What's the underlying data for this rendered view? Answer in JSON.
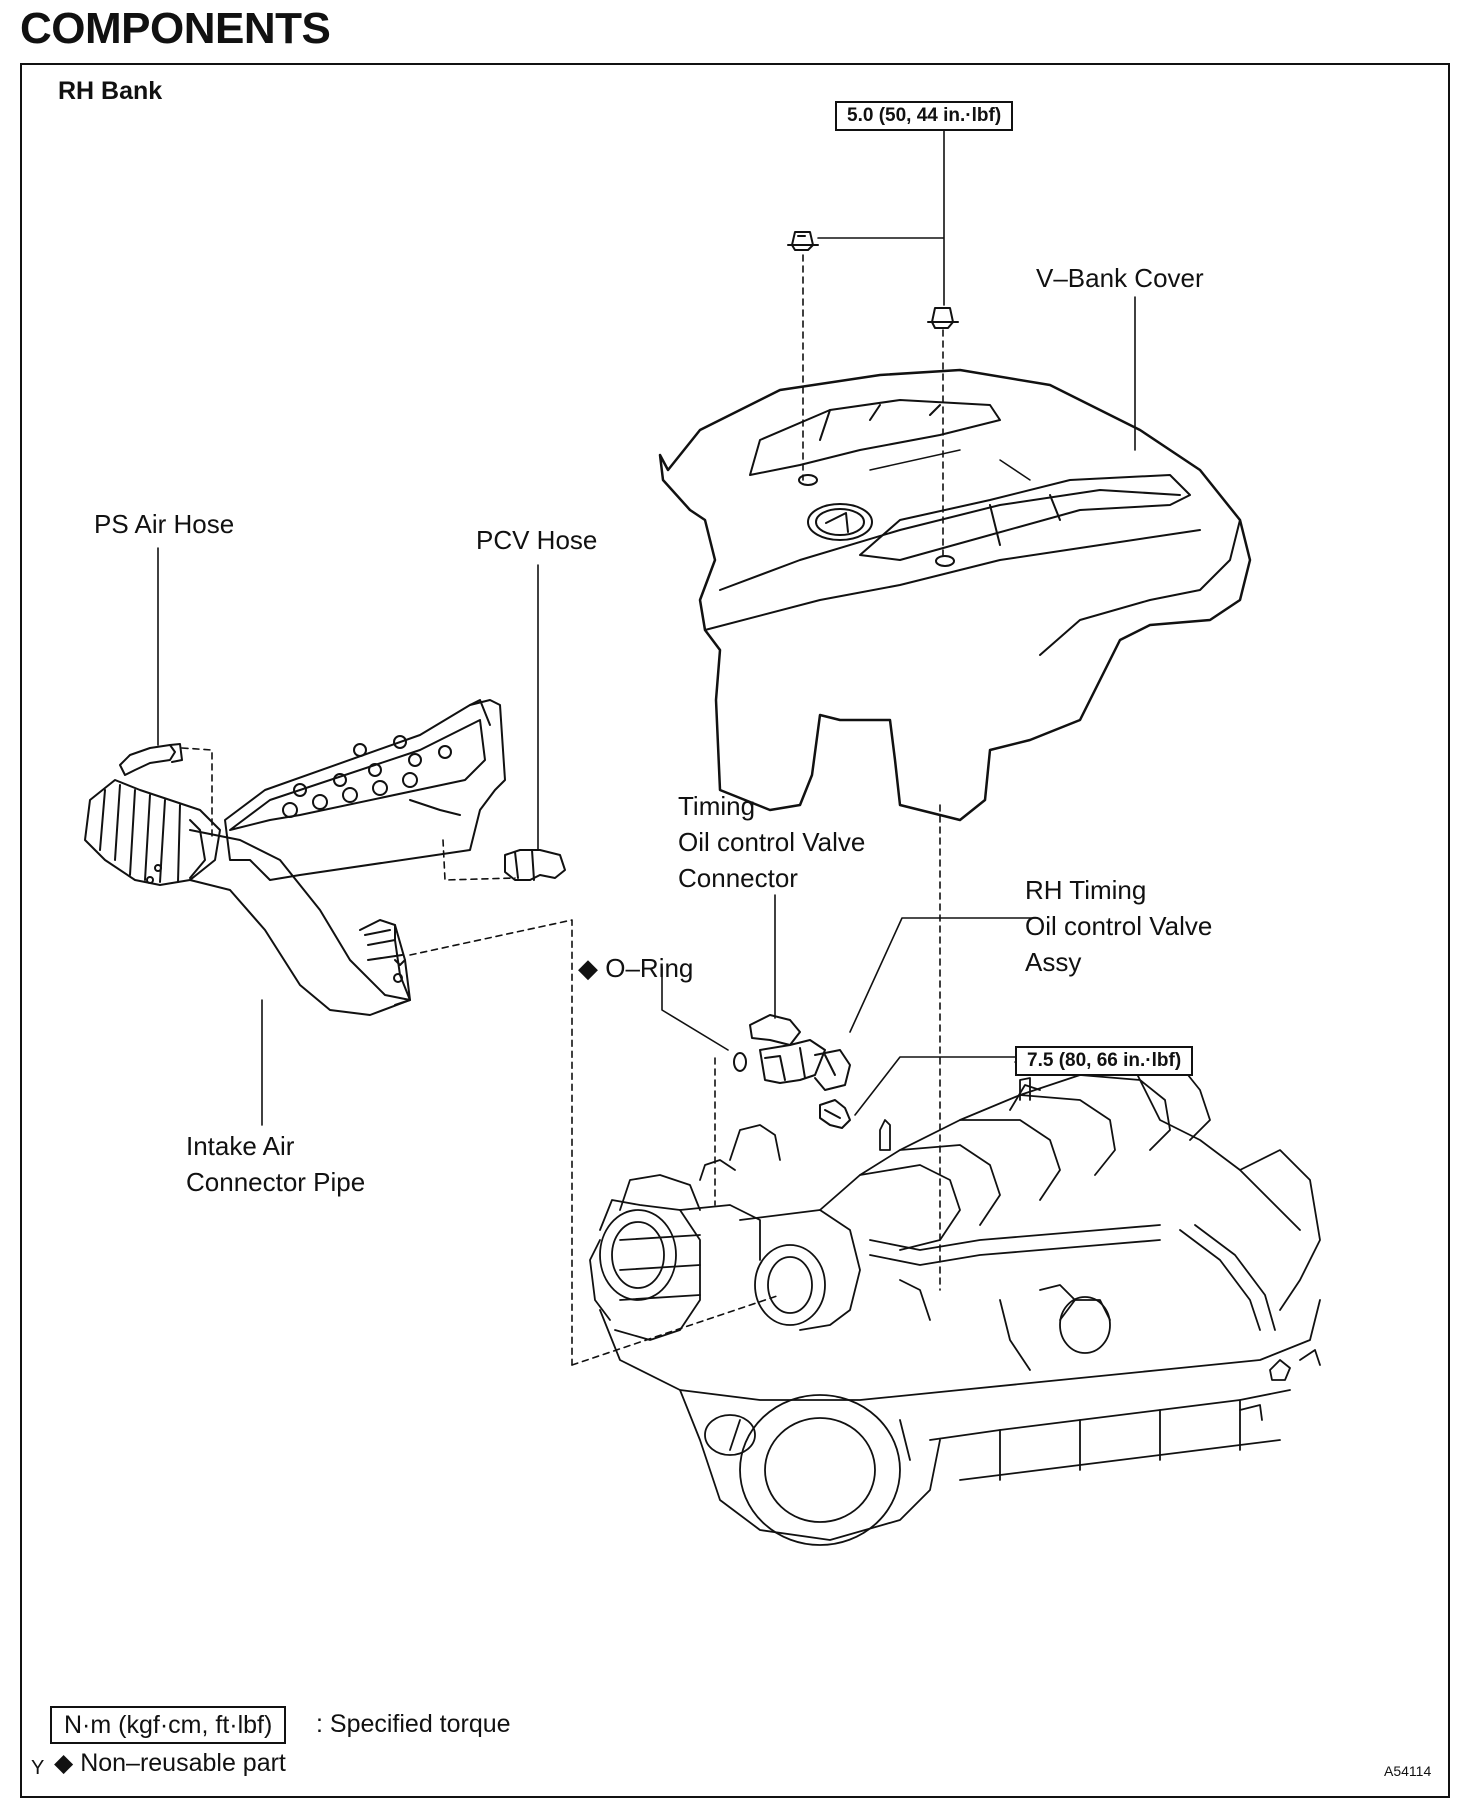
{
  "page": {
    "title": "COMPONENTS"
  },
  "diagram": {
    "bank_label": "RH Bank",
    "torque_top": "5.0 (50, 44 in.·lbf)",
    "torque_bolt": "7.5 (80, 66 in.·lbf)",
    "parts": {
      "v_bank_cover": "V–Bank Cover",
      "ps_air_hose": "PS Air Hose",
      "pcv_hose": "PCV Hose",
      "timing_connector": [
        "Timing",
        "Oil  control  Valve",
        "Connector"
      ],
      "rh_timing_valve": [
        "RH Timing",
        "Oil control Valve",
        "Assy"
      ],
      "o_ring": "O–Ring",
      "intake_pipe": [
        "Intake Air",
        "Connector Pipe"
      ]
    },
    "non_reusable_symbol": "◆"
  },
  "legend": {
    "torque_unit": "N·m (kgf·cm, ft·lbf)",
    "torque_text": ": Specified torque",
    "nonreusable_symbol": "◆",
    "nonreusable_text": "Non–reusable part"
  },
  "corner_mark": "Y",
  "figure_id": "A54114"
}
